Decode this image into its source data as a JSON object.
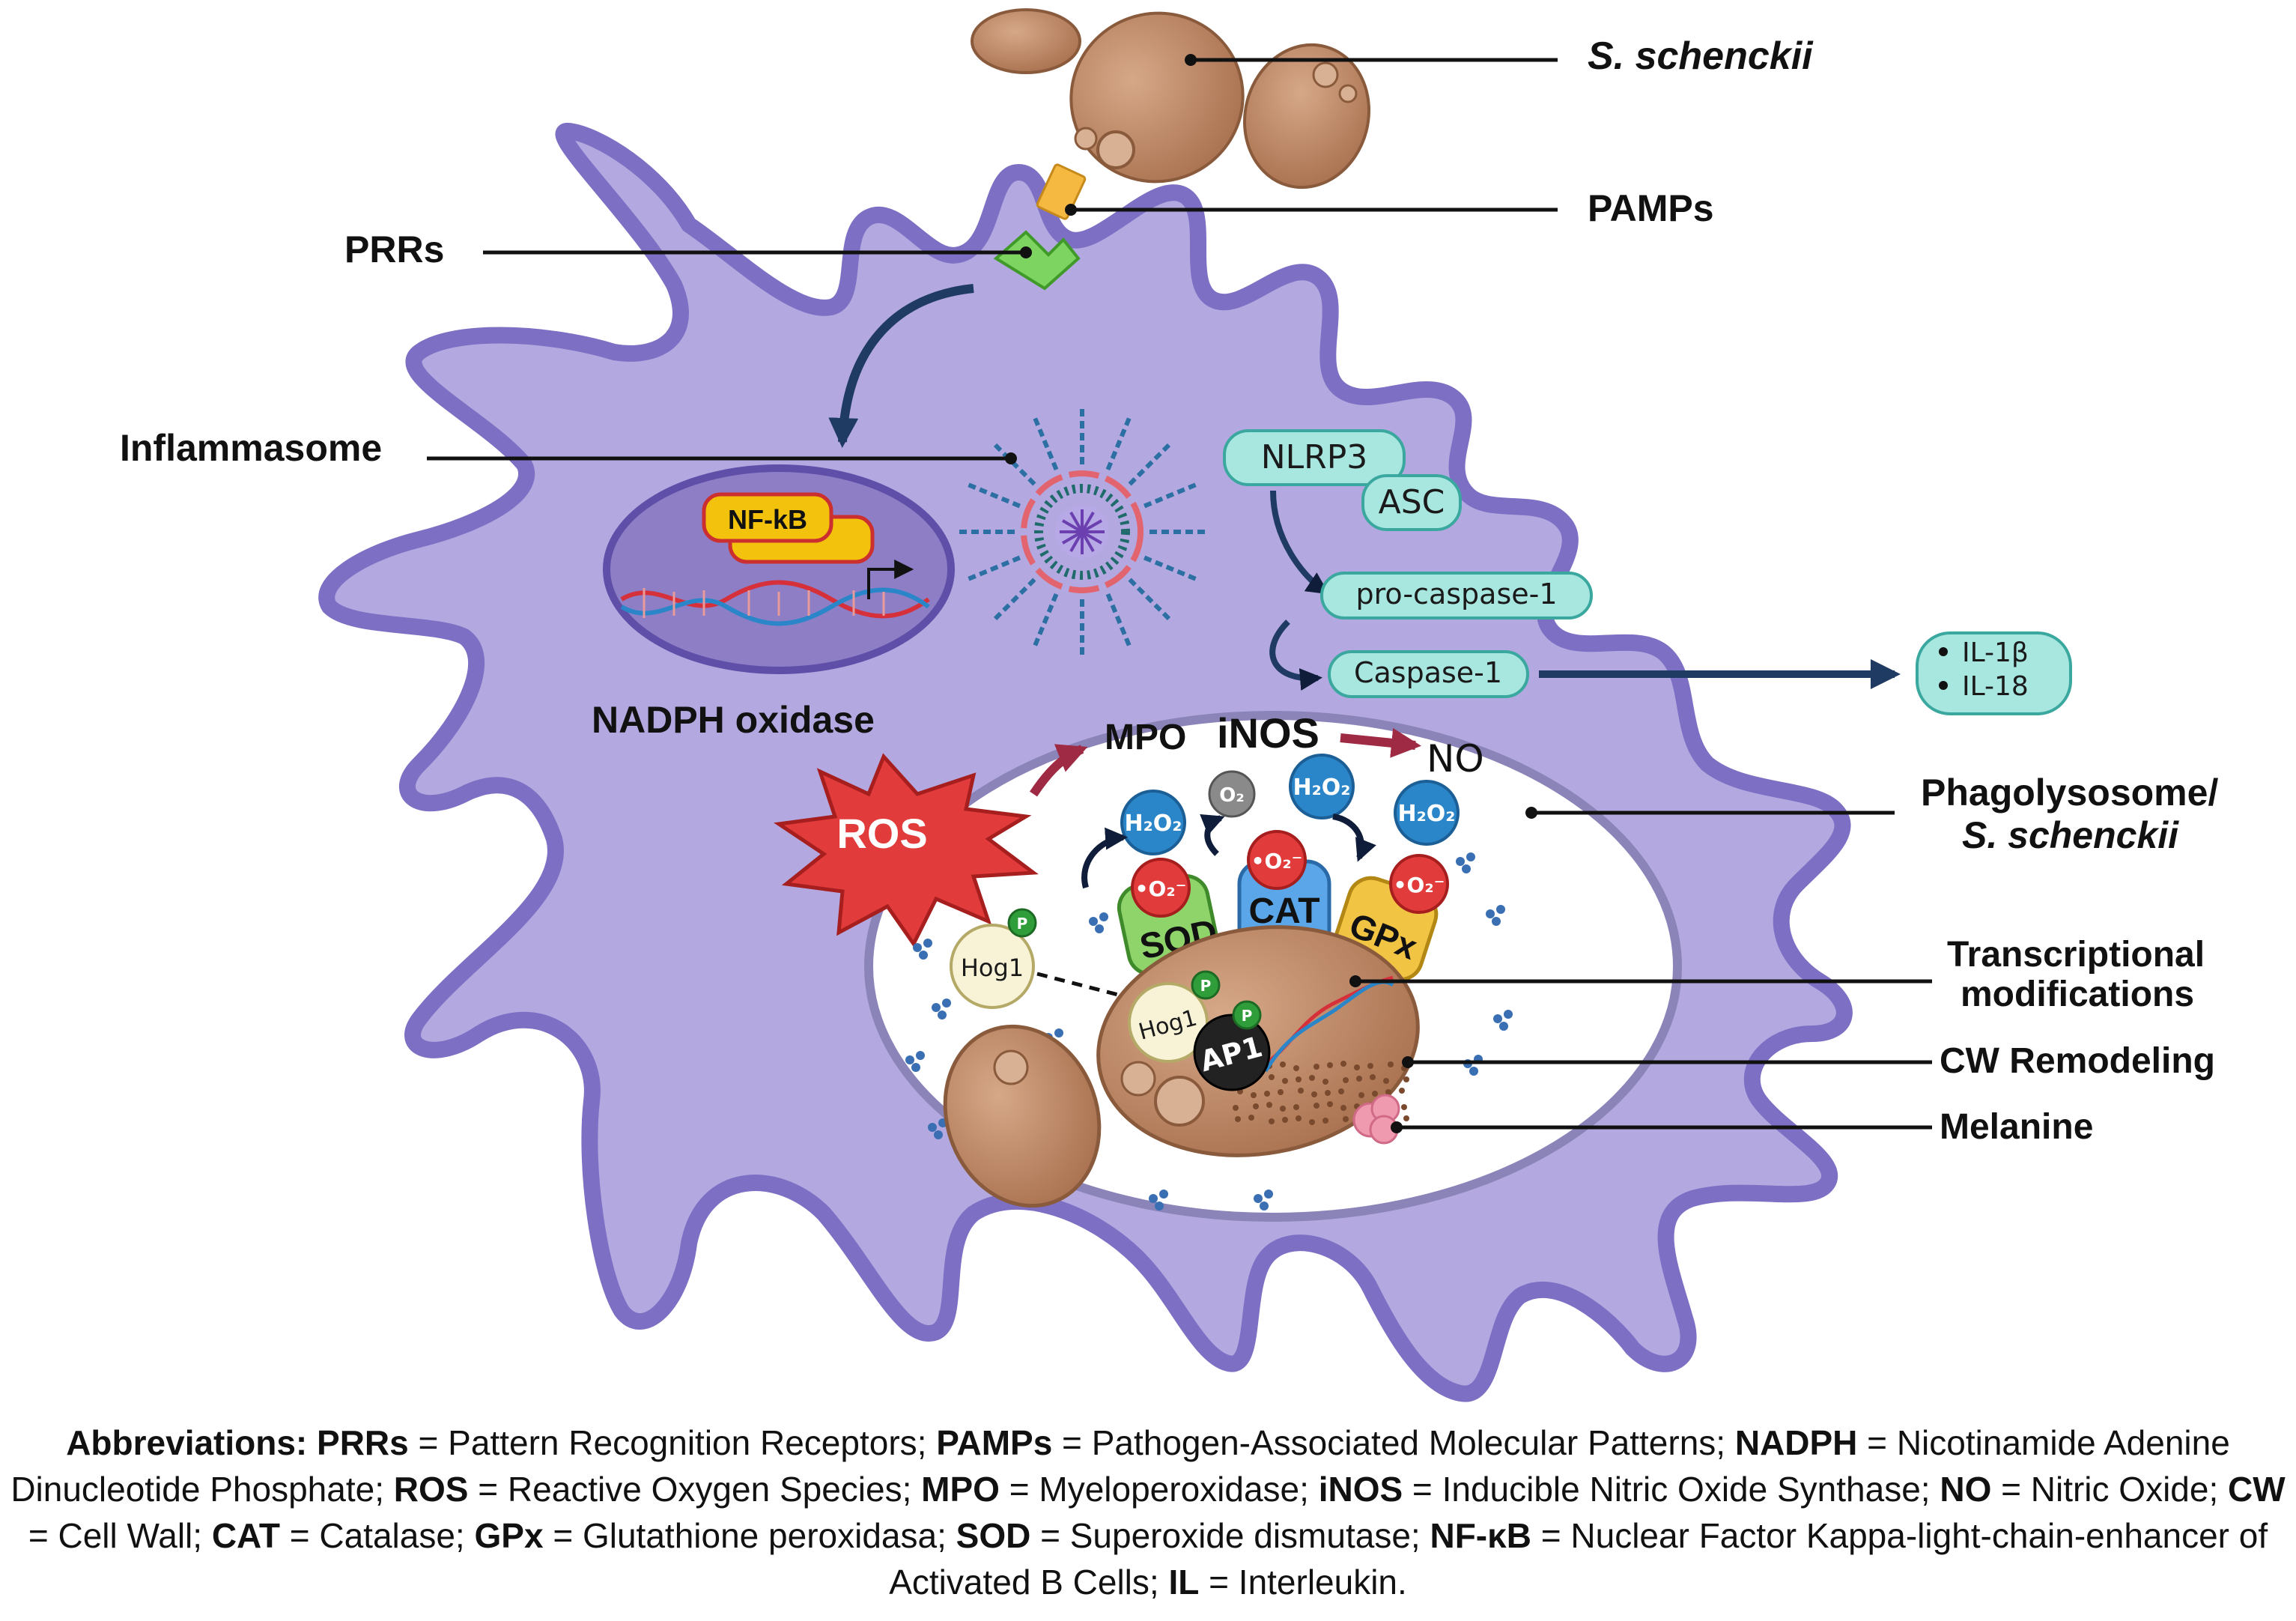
{
  "labels": {
    "pathogen": "S. schenckii",
    "pamps": "PAMPs",
    "prrs": "PRRs",
    "inflammasome": "Inflammasome",
    "nadph_oxidase": "NADPH oxidase",
    "nfkb": "NF-kB",
    "nlrp3": "NLRP3",
    "asc": "ASC",
    "pro_caspase": "pro-caspase-1",
    "caspase": "Caspase-1",
    "il1b": "IL-1β",
    "il18": "IL-18",
    "ros": "ROS",
    "mpo": "MPO",
    "inos": "iNOS",
    "no": "NO",
    "phagolysosome_line1": "Phagolysosome/",
    "phagolysosome_line2": "S. schenckii",
    "transcriptional_line1": "Transcriptional",
    "transcriptional_line2": "modifications",
    "cw_remodeling": "CW Remodeling",
    "melanine": "Melanine",
    "sod": "SOD",
    "cat": "CAT",
    "gpx": "GPx",
    "hog1": "Hog1",
    "ap1": "AP1",
    "p": "P",
    "h2o2": "H₂O₂",
    "o2": "O₂",
    "superoxide": "•O₂⁻"
  },
  "abbreviations": {
    "heading": "Abbreviations:",
    "items": [
      {
        "abbr": "PRRs",
        "def": "Pattern Recognition Receptors"
      },
      {
        "abbr": "PAMPs",
        "def": "Pathogen-Associated Molecular Patterns"
      },
      {
        "abbr": "NADPH",
        "def": "Nicotinamide Adenine Dinucleotide Phosphate"
      },
      {
        "abbr": "ROS",
        "def": "Reactive Oxygen Species"
      },
      {
        "abbr": "MPO",
        "def": "Myeloperoxidase"
      },
      {
        "abbr": "iNOS",
        "def": "Inducible Nitric Oxide Synthase"
      },
      {
        "abbr": "NO",
        "def": "Nitric Oxide"
      },
      {
        "abbr": "CW",
        "def": "Cell Wall"
      },
      {
        "abbr": "CAT",
        "def": "Catalase"
      },
      {
        "abbr": "GPx",
        "def": "Glutathione peroxidasa"
      },
      {
        "abbr": "SOD",
        "def": "Superoxide dismutase"
      },
      {
        "abbr": "NF-κB",
        "def": "Nuclear Factor Kappa-light-chain-enhancer of Activated B Cells"
      },
      {
        "abbr": "IL",
        "def": "Interleukin"
      }
    ]
  },
  "colors": {
    "cell_fill": "#b3a9e0",
    "cell_stroke": "#7d6fc4",
    "yeast": "#c08c6a",
    "pill_fill": "#a8e6e0",
    "pill_stroke": "#3aa89e",
    "ros_red": "#e23b3b",
    "h2o2_blue": "#2a86c8",
    "sod_green": "#8fd46a",
    "cat_blue": "#5aa6e8",
    "gpx_yellow": "#f2c444",
    "arrow_navy": "#1f3a63",
    "arrow_maroon": "#9e2a44"
  }
}
